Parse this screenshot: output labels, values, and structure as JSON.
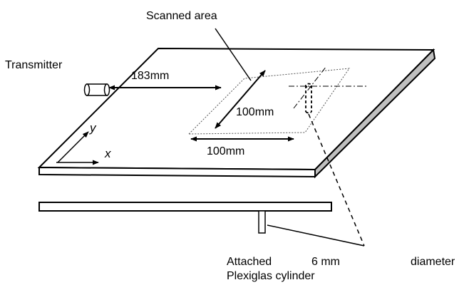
{
  "labels": {
    "scanned_area": "Scanned area",
    "transmitter": "Transmitter",
    "dist_183": "183mm",
    "dist_100_vertical": "100mm",
    "dist_100_horizontal": "100mm",
    "axis_x": "x",
    "axis_y": "y",
    "caption_line1_word1": "Attached",
    "caption_line1_word2": "6 mm",
    "caption_line1_word3": "diameter",
    "caption_line2": "Plexiglas cylinder"
  },
  "colors": {
    "stroke": "#000000",
    "plate_fill": "#ffffff",
    "plate_edge_fill": "#bfbfbf",
    "dotted": "#555555"
  }
}
